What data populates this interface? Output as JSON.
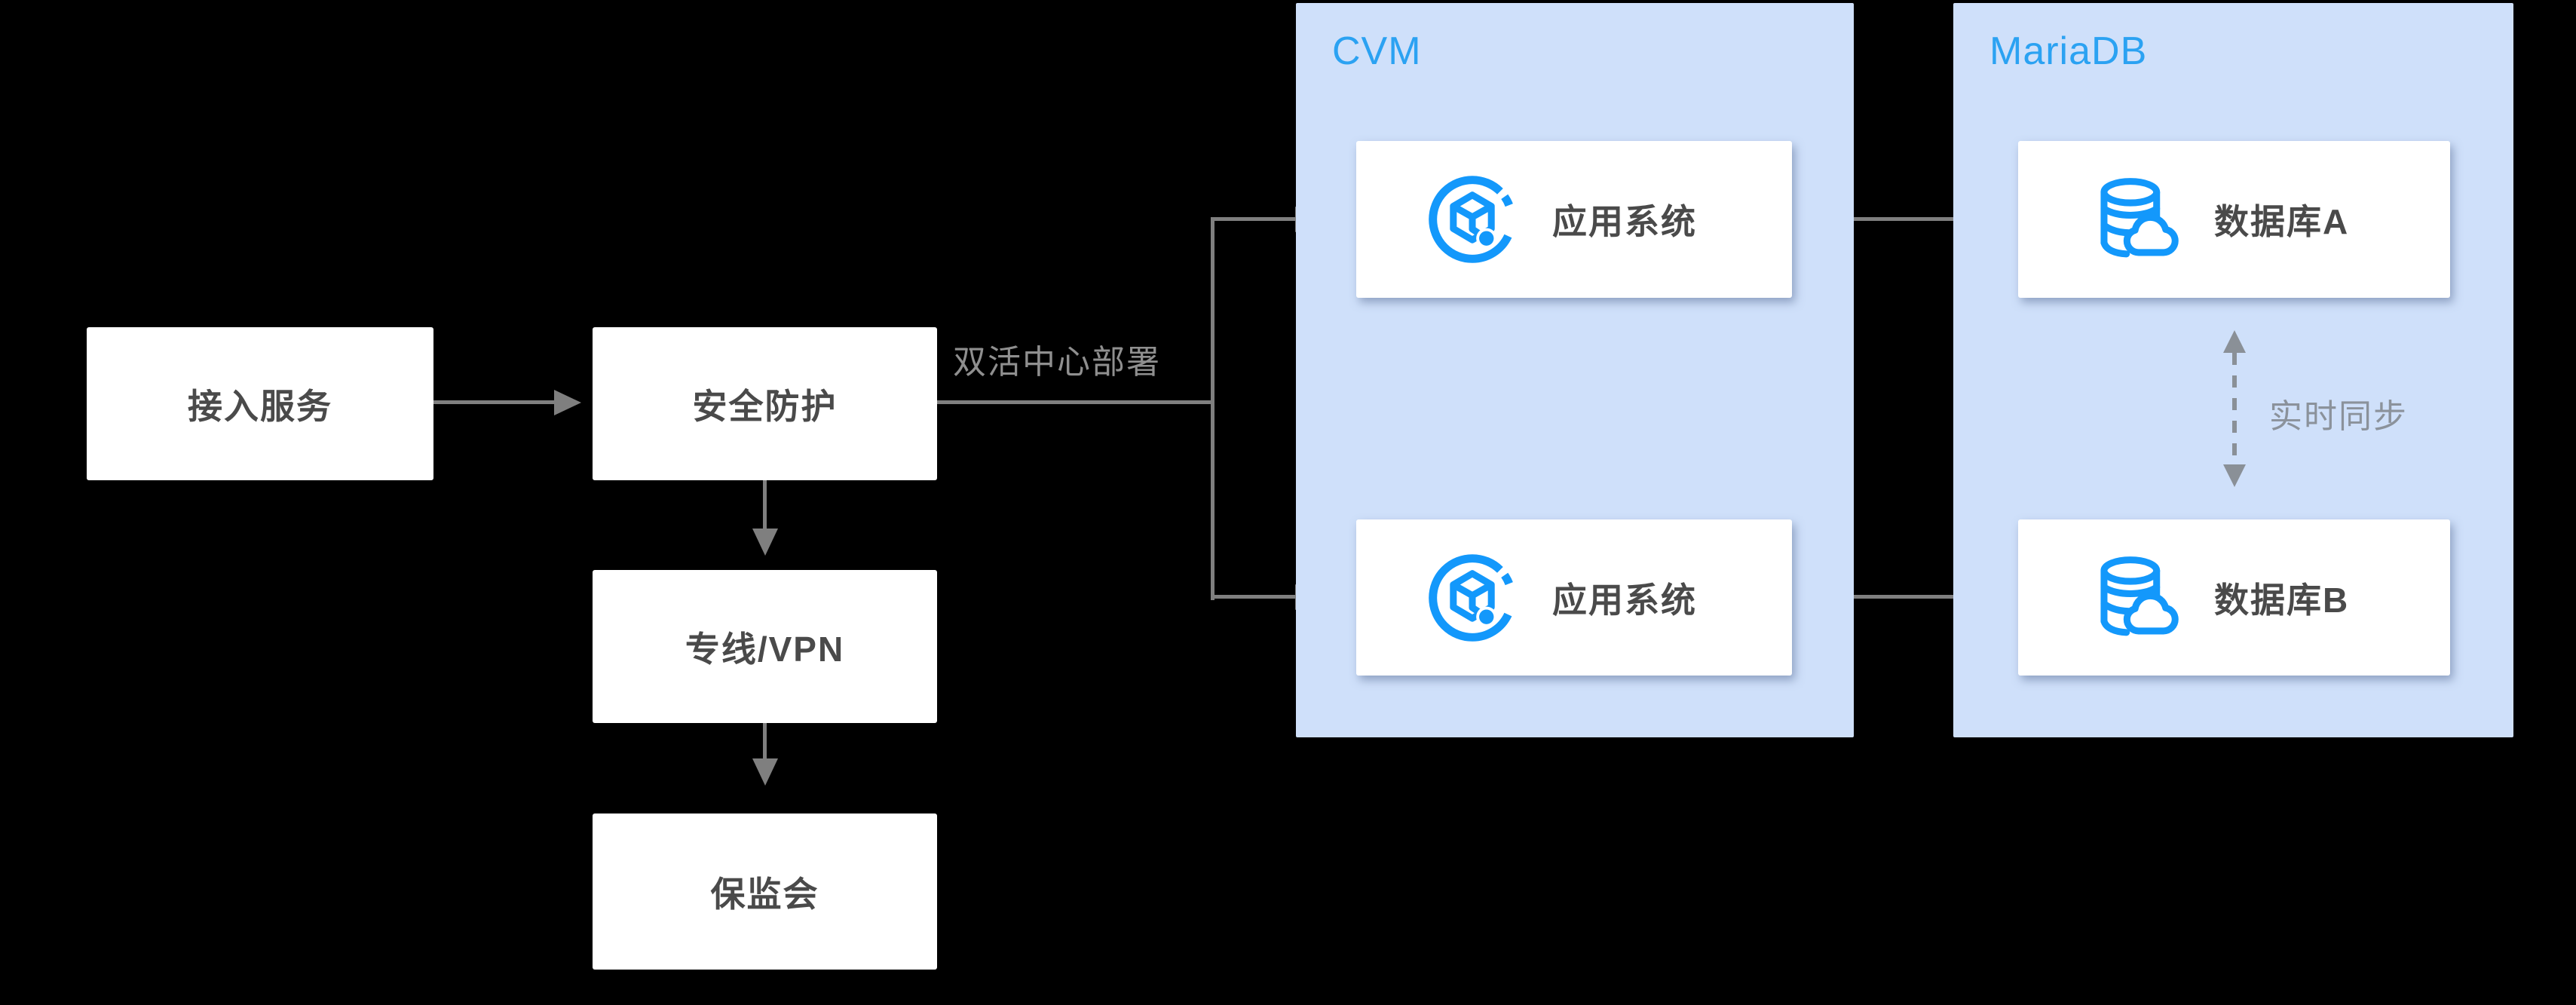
{
  "background": "#000000",
  "colors": {
    "panel_fill": "#cfe0fa",
    "panel_title_blue": "#2ba2f2",
    "node_text": "#4a4a4a",
    "connector_gray": "#7f7f7f",
    "icon_blue": "#1398fb",
    "deploy_label_gray": "#8f8f8f",
    "sync_label_gray": "#8b929b"
  },
  "nodes": {
    "access": {
      "label": "接入服务"
    },
    "security": {
      "label": "安全防护"
    },
    "vpn": {
      "label": "专线/VPN"
    },
    "regulator": {
      "label": "保监会"
    }
  },
  "panels": {
    "cvm": {
      "title": "CVM",
      "nodes": [
        {
          "label": "应用系统",
          "icon": "cvm-icon"
        },
        {
          "label": "应用系统",
          "icon": "cvm-icon"
        }
      ]
    },
    "mariadb": {
      "title": "MariaDB",
      "nodes": [
        {
          "label": "数据库A",
          "icon": "database-cloud-icon"
        },
        {
          "label": "数据库B",
          "icon": "database-cloud-icon"
        }
      ]
    }
  },
  "edge_labels": {
    "deploy": "双活中心部署",
    "sync": "实时同步"
  }
}
